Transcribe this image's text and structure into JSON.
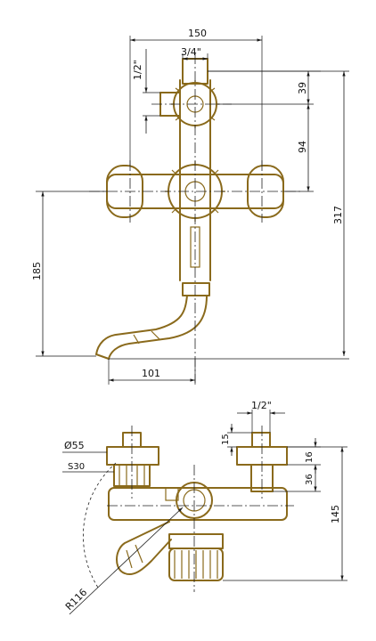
{
  "colors": {
    "part": "#8a6a1c",
    "dimension": "#1a1a1a",
    "background": "#ffffff"
  },
  "front_view": {
    "dim_width": "150",
    "dim_inlet_top": "3/4\"",
    "dim_inlet_side": "1/2\"",
    "dim_39": "39",
    "dim_94": "94",
    "dim_317": "317",
    "dim_185": "185",
    "dim_101": "101"
  },
  "side_view": {
    "dim_half_inch": "1/2\"",
    "dim_15": "15",
    "dim_16": "16",
    "dim_36": "36",
    "dim_145": "145",
    "dim_diameter": "Ø55",
    "dim_s30": "S30",
    "dim_radius": "R116"
  }
}
